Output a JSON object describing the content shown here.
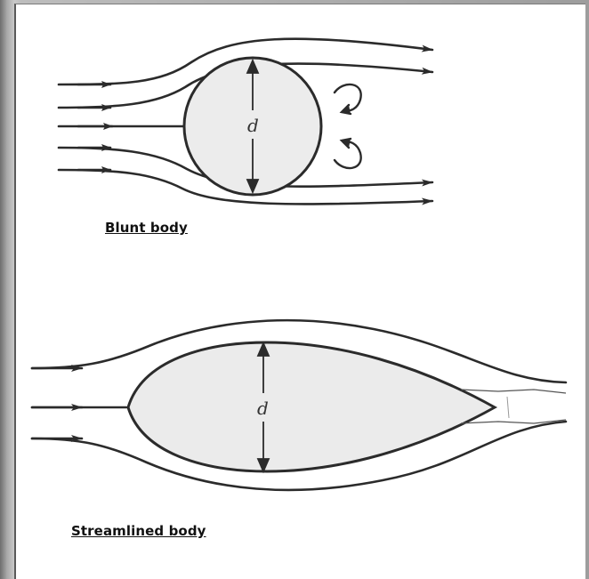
{
  "blunt": {
    "caption": "Blunt body",
    "dimension_label": "d"
  },
  "streamlined": {
    "caption": "Streamlined body",
    "dimension_label": "d"
  },
  "colors": {
    "line": "#2b2b2b",
    "body_fill": "#e9e9e9",
    "panel": "#ffffff",
    "frame": "#9d9d9d"
  }
}
